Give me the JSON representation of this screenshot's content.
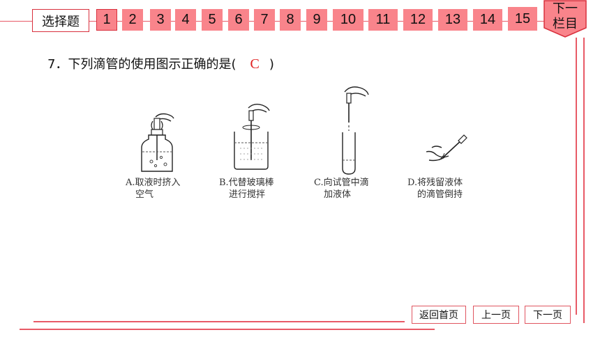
{
  "nav": {
    "section_label": "选择题",
    "numbers": [
      "1",
      "2",
      "3",
      "4",
      "5",
      "6",
      "7",
      "8",
      "9",
      "10",
      "11",
      "12",
      "13",
      "14",
      "15"
    ],
    "next_column": [
      "下一",
      "栏目"
    ]
  },
  "question": {
    "prefix": "7．下列滴管的使用图示正确的是(",
    "answer": "C",
    "suffix": ")"
  },
  "figures": [
    {
      "line1": "A.取液时挤入",
      "line2": "空气"
    },
    {
      "line1": "B.代替玻璃棒",
      "line2": "进行搅拌"
    },
    {
      "line1": "C.向试管中滴",
      "line2": "加液体"
    },
    {
      "line1": "D.将残留液体",
      "line2": "的滴管倒持"
    }
  ],
  "footer": {
    "home": "返回首页",
    "prev": "上一页",
    "next": "下一页"
  },
  "colors": {
    "accent": "#f9848b",
    "border": "#d9303d",
    "answer": "#e02020"
  }
}
